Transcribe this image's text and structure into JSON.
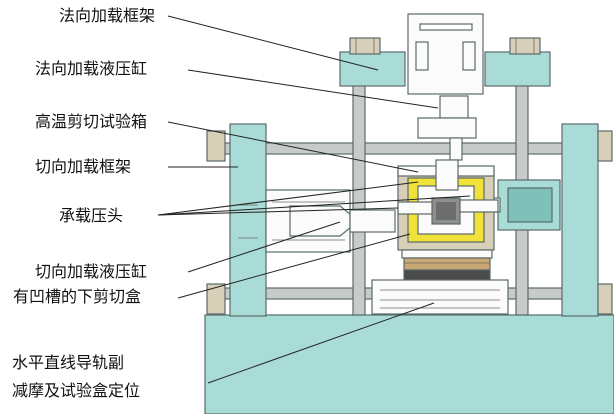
{
  "labels": {
    "normal_frame": "法向加载框架",
    "normal_cylinder": "法向加载液压缸",
    "hot_box": "高温剪切试验箱",
    "shear_frame": "切向加载框架",
    "pressure_head": "承载压头",
    "shear_cylinder": "切向加载液压缸",
    "lower_box": "有凹槽的下剪切盒",
    "rail_line1": "水平直线导轨副",
    "rail_line2": "减摩及试验盒定位"
  },
  "colors": {
    "frame_teal": "#a9dcd6",
    "frame_teal_dark": "#7fc0b9",
    "rod_gray": "#c7ccca",
    "cylinder_white": "#fbfbfb",
    "specimen_yellow": "#f1e23a",
    "platen_tan": "#caa874",
    "knob_beige": "#d7cfb7"
  }
}
